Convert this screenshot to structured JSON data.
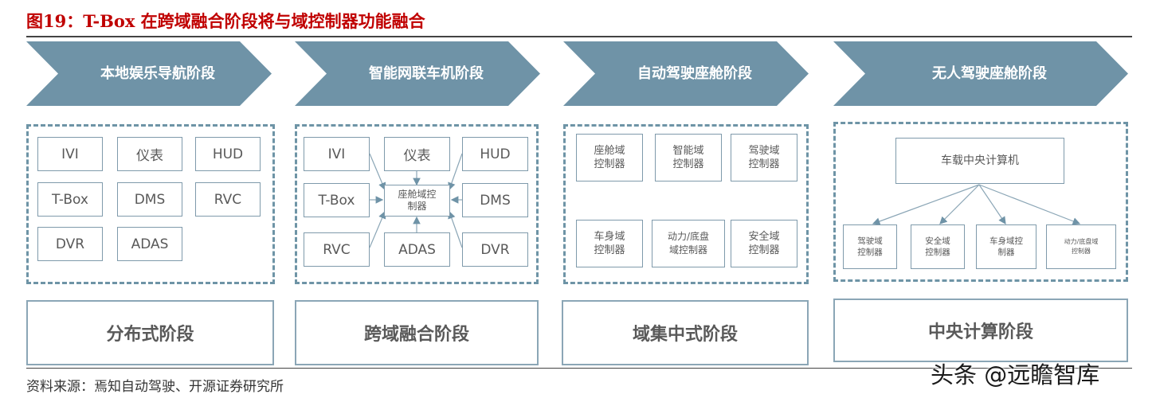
{
  "title": "图19：T-Box 在跨域融合阶段将与域控制器功能融合",
  "source": "资料来源：焉知自动驾驶、开源证券研究所",
  "watermark": "头条 @远瞻智库",
  "colors": {
    "chevron": "#6f93a7",
    "title": "#c00000",
    "border": "#7f9aab",
    "dashed": "#6e94a6"
  },
  "stages": [
    {
      "chevron": "本地娱乐导航阶段",
      "label": "分布式阶段",
      "boxes": [
        "IVI",
        "仪表",
        "HUD",
        "T-Box",
        "DMS",
        "RVC",
        "DVR",
        "ADAS"
      ]
    },
    {
      "chevron": "智能网联车机阶段",
      "label": "跨域融合阶段",
      "center": "座舱域控\n制器",
      "boxes": [
        "IVI",
        "仪表",
        "HUD",
        "T-Box",
        "DMS",
        "RVC",
        "ADAS",
        "DVR"
      ]
    },
    {
      "chevron": "自动驾驶座舱阶段",
      "label": "域集中式阶段",
      "boxes": [
        "座舱域\n控制器",
        "智能域\n控制器",
        "驾驶域\n控制器",
        "车身域\n控制器",
        "动力/底盘\n域控制器",
        "安全域\n控制器"
      ]
    },
    {
      "chevron": "无人驾驶座舱阶段",
      "label": "中央计算阶段",
      "top": "车载中央计算机",
      "boxes": [
        "驾驶域\n控制器",
        "安全域\n控制器",
        "车身域控\n制器",
        "动力/底盘域\n控制器"
      ]
    }
  ]
}
